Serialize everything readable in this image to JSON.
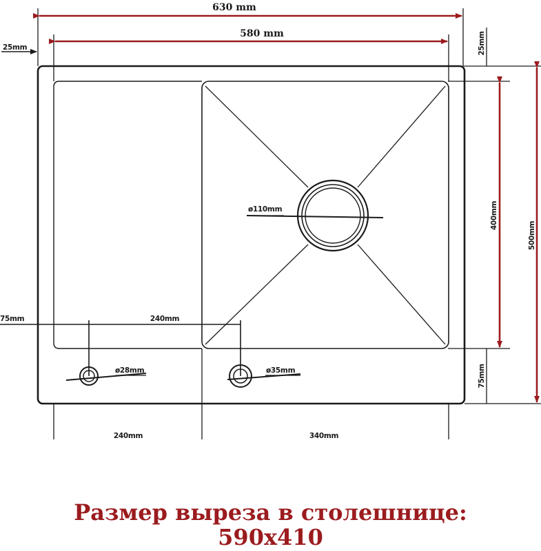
{
  "colors": {
    "accent": "#9b1b1e",
    "line": "#1a1a1a",
    "background": "#ffffff"
  },
  "dimensions": {
    "overall_width": "630 mm",
    "cutout_width": "580 mm",
    "left_margin": "25mm",
    "top_margin": "25mm",
    "bowl_height": "400mm",
    "overall_height": "500mm",
    "drain_diameter": "ø110mm",
    "offset_left": "75mm",
    "tap_spacing": "240mm",
    "hole_small": "ø28mm",
    "hole_large": "ø35mm",
    "bottom_margin": "75mm",
    "drainboard_width": "240mm",
    "bowl_width": "340mm"
  },
  "caption": {
    "line1": "Размер выреза в столешнице:",
    "line2": "590x410"
  }
}
